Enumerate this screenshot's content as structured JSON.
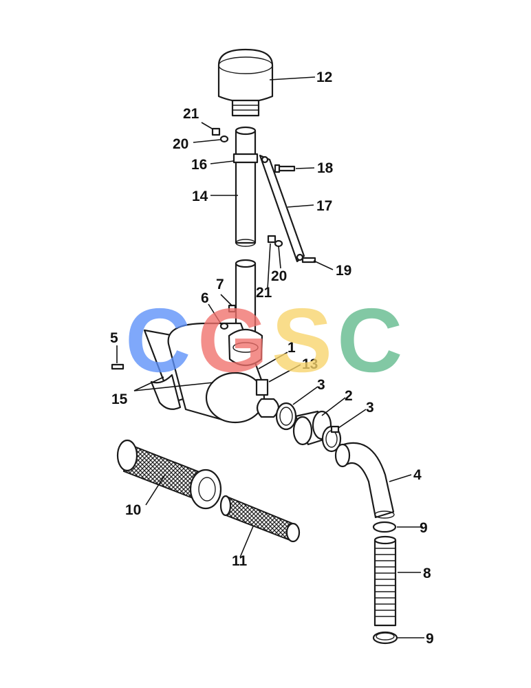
{
  "callouts": {
    "c1": "1",
    "c2": "2",
    "c3a": "3",
    "c3b": "3",
    "c4": "4",
    "c5": "5",
    "c6": "6",
    "c7": "7",
    "c8": "8",
    "c9a": "9",
    "c9b": "9",
    "c10": "10",
    "c11": "11",
    "c12": "12",
    "c13": "13",
    "c14": "14",
    "c15": "15",
    "c16": "16",
    "c17": "17",
    "c18": "18",
    "c19": "19",
    "c20a": "20",
    "c20b": "20",
    "c21a": "21",
    "c21b": "21"
  },
  "watermark": {
    "letters": [
      "C",
      "G",
      "S",
      "C"
    ],
    "colors": [
      "#5b8ff9",
      "#f0706a",
      "#f7d36a",
      "#5fb98a"
    ]
  }
}
